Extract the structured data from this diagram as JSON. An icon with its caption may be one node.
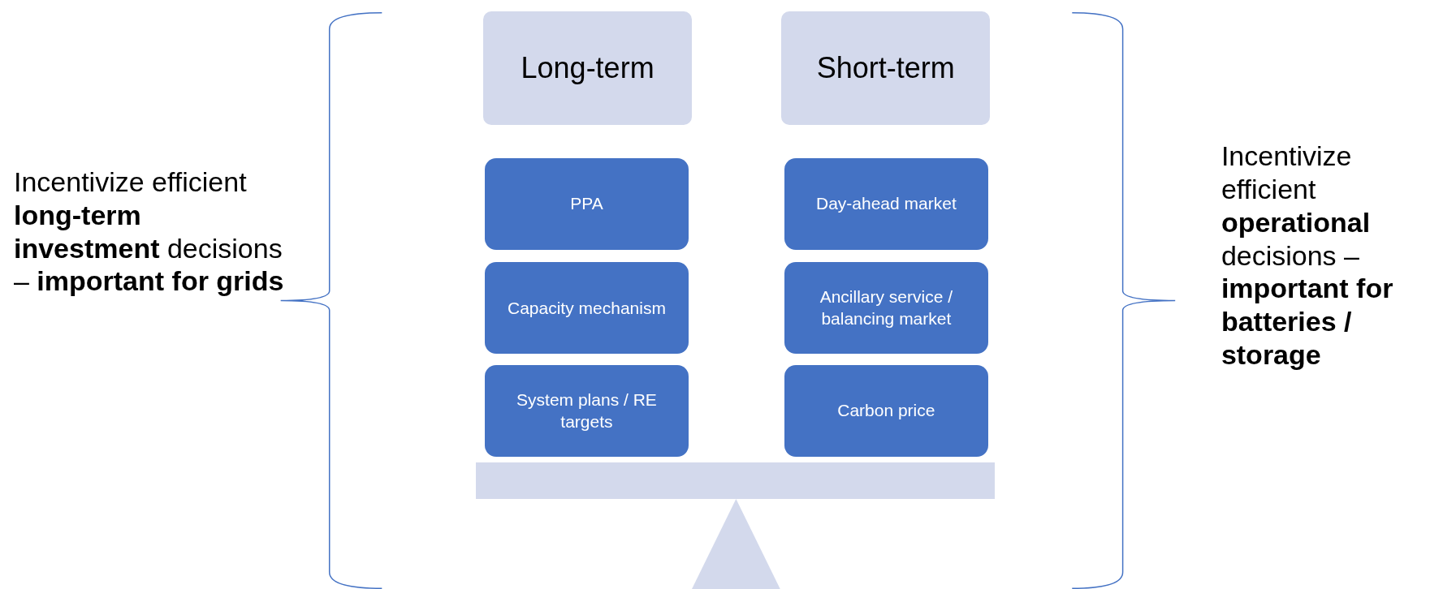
{
  "diagram": {
    "nodes": [
      {
        "text": [
          "Long-term"
        ]
      },
      {
        "text": [
          "Short-term"
        ]
      },
      {
        "text": [
          "PPA"
        ]
      },
      {
        "text": [
          "Capacity mechanism"
        ]
      },
      {
        "text": [
          "System plans / RE targets"
        ]
      },
      {
        "text": [
          "Day-ahead market"
        ]
      },
      {
        "text": [
          "Ancillary service / balancing market"
        ]
      },
      {
        "text": [
          "Carbon price"
        ]
      },
      {
        "text": [],
        "shape": "bar"
      },
      {
        "text": [],
        "shape": "triangle"
      }
    ],
    "edges": [],
    "labels": [
      "Incentivize efficient **long-term investment** decisions – **important for grids**",
      "Incentivize efficient **operational** decisions – **important for batteries / storage**"
    ]
  }
}
